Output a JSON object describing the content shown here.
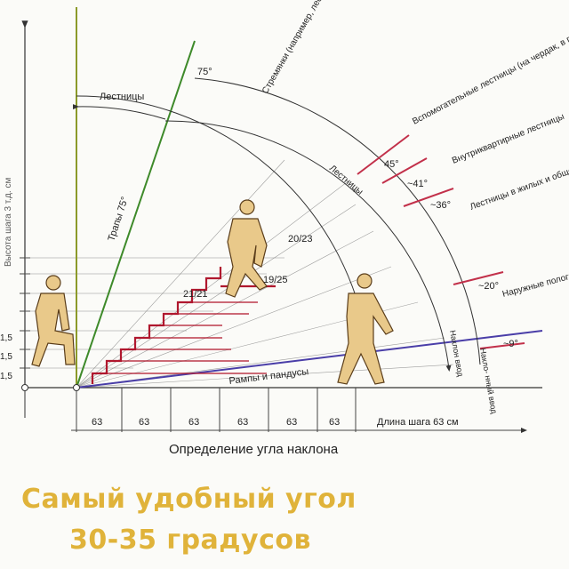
{
  "diagram": {
    "caption": "Определение угла наклона",
    "step_length_label": "Длина шага 63 см",
    "step_values": [
      "63",
      "63",
      "63",
      "63",
      "63",
      "63"
    ],
    "left_axis_label": "Высота шага 3 т.д. см",
    "left_ticks": [
      "1,5",
      "1,5",
      "1,5"
    ],
    "labels": {
      "ladders_top": "Лестницы",
      "angle_75": "75°",
      "stepladders": "Стремянки (например, лестницы на склад)",
      "trapy": "Трапы 75°",
      "ladders_arc": "Лестницы",
      "ramps": "Рампы и пандусы",
      "ratio_20_23": "20/23",
      "ratio_21_21": "21/21",
      "ratio_19_25": "19/25",
      "angle_45": "45°",
      "angle_41": "~41°",
      "angle_36": "~36°",
      "angle_20": "~20°",
      "angle_9": "~9°",
      "auxiliary": "Вспомогательные лестницы (на чердак, в подвал)",
      "interior": "Внутриквартирные лестницы",
      "residential": "Лестницы в жилых и общественных зданиях",
      "exterior": "Наружные пологие лестницы",
      "incline_right": "Накло- нный ввод",
      "incline_left": "Наклон ввод"
    },
    "colors": {
      "stair_red": "#b0182e",
      "ramp_blue": "#4a3ea8",
      "olive": "#8c9a2a",
      "green_line": "#3e8a2a",
      "figure": "#e9c98a",
      "tick_red": "#c2304a"
    }
  },
  "headline": {
    "line1": "Самый удобный угол",
    "line2": "30-35 градусов"
  }
}
